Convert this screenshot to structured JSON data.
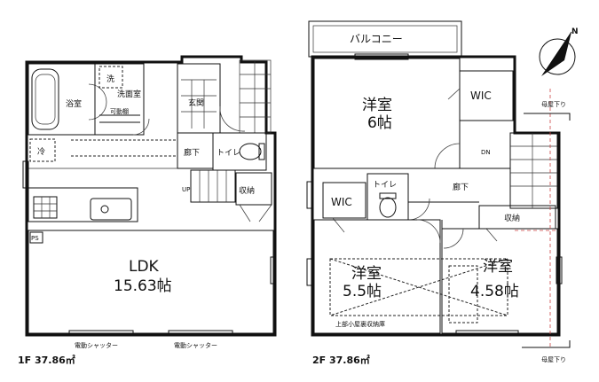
{
  "floor1": {
    "caption": "1F 37.86㎡",
    "rooms": {
      "bath": "浴室",
      "washroom": "洗面室",
      "movable_shelf": "可動棚",
      "entrance": "玄関",
      "hallway": "廊下",
      "toilet": "トイレ",
      "storage": "収納",
      "up": "UP",
      "ldk": "LDK",
      "ldk_size": "15.63帖"
    },
    "marks": {
      "wash_mark": "洗",
      "fridge_mark": "冷",
      "ps_mark": "PS"
    },
    "shutter_left": "電動シャッター",
    "shutter_right": "電動シャッター"
  },
  "floor2": {
    "caption": "2F 37.86㎡",
    "rooms": {
      "balcony": "バルコニー",
      "western1": "洋室",
      "western1_size": "6帖",
      "wic1": "WIC",
      "dn": "DN",
      "hallway": "廊下",
      "wic2": "WIC",
      "toilet": "トイレ",
      "storage": "収納",
      "western2": "洋室",
      "western2_size": "5.5帖",
      "western3": "洋室",
      "western3_size": "4.58帖",
      "attic_storage": "上部小屋裏収納庫"
    },
    "roof_top": "母屋下り",
    "roof_bottom": "母屋下り"
  },
  "compass": {
    "label": "N"
  }
}
